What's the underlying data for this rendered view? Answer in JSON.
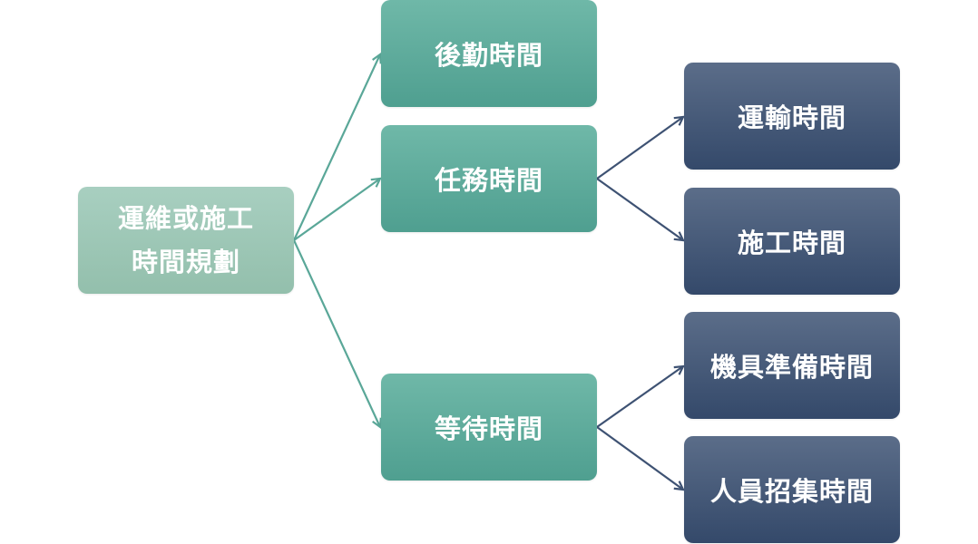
{
  "diagram": {
    "root": {
      "line1": "運維或施工",
      "line2": "時間規劃"
    },
    "level1": {
      "logistics": "後勤時間",
      "task": "任務時間",
      "waiting": "等待時間"
    },
    "level2": {
      "transport": "運輸時間",
      "construction": "施工時間",
      "machine_prep": "機具準備時間",
      "personnel": "人員招集時間"
    },
    "colors": {
      "root": "#9cc6b4",
      "level1": "#5aa798",
      "level2": "#44587a",
      "connector_teal": "#5aa798",
      "connector_navy": "#3e5273"
    }
  }
}
